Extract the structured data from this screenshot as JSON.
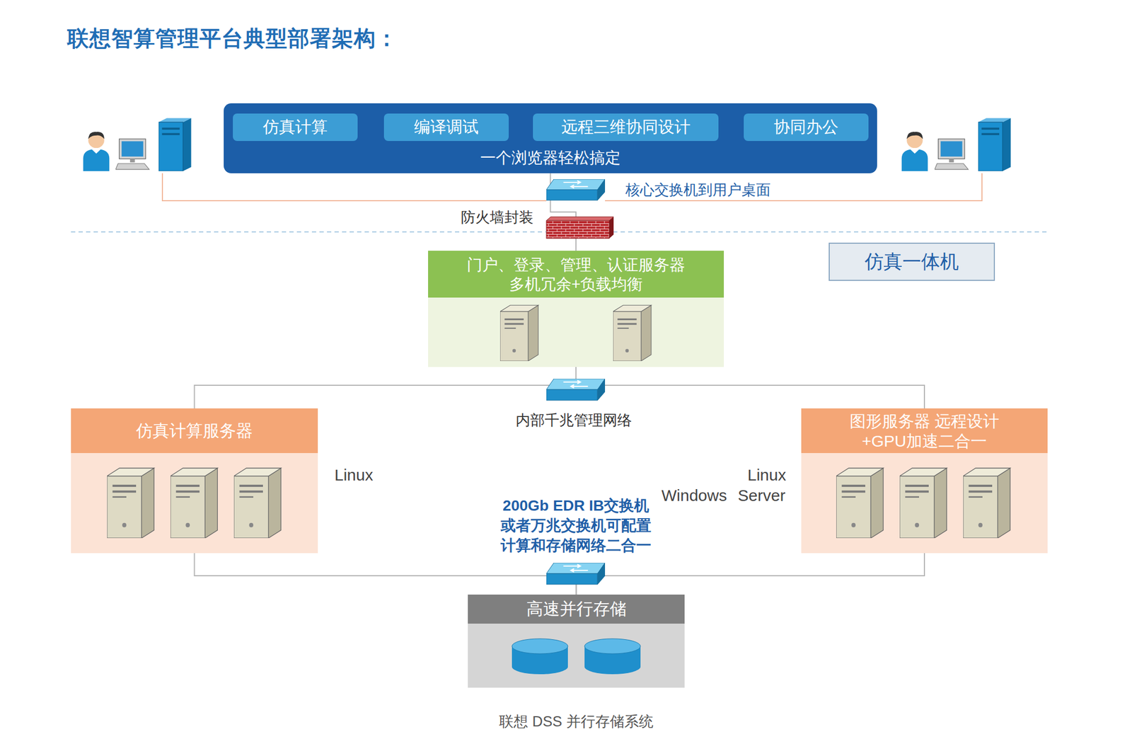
{
  "diagram": {
    "title": "联想智算管理平台典型部署架构：",
    "nodes": [
      {
        "text": [
          "一个浏览器轻松搞定"
        ]
      },
      {
        "text": [
          "仿真计算"
        ],
        "in": 0
      },
      {
        "text": [
          "编译调试"
        ],
        "in": 0
      },
      {
        "text": [
          "远程三维协同设计"
        ],
        "in": 0
      },
      {
        "text": [
          "协同办公"
        ],
        "in": 0
      },
      {
        "text": [
          "仿真一体机"
        ]
      },
      {
        "text": [
          "门户、登录、管理、认证服务器 多机冗余+负载均衡"
        ]
      },
      {
        "text": [
          "仿真计算服务器"
        ]
      },
      {
        "text": [
          "图形服务器 远程设计+GPU加速二合一"
        ]
      },
      {
        "text": [
          "高速并行存储",
          "联想 DSS 并行存储系统"
        ]
      }
    ],
    "edges": [
      {
        "from": 0,
        "to": 6,
        "arrow": "none"
      },
      {
        "from": 6,
        "to": 7,
        "arrow": "none"
      },
      {
        "from": 6,
        "to": 8,
        "arrow": "none"
      },
      {
        "from": 7,
        "to": 9,
        "arrow": "none"
      },
      {
        "from": 8,
        "to": 9,
        "arrow": "none"
      }
    ],
    "labels": [
      "核心交换机到用户桌面",
      "防火墙封装",
      "内部千兆管理网络",
      "Linux",
      "Linux",
      "Windows Server",
      "200Gb EDR IB交换机 或者万兆交换机可配置 计算和存储网络二合一"
    ]
  }
}
